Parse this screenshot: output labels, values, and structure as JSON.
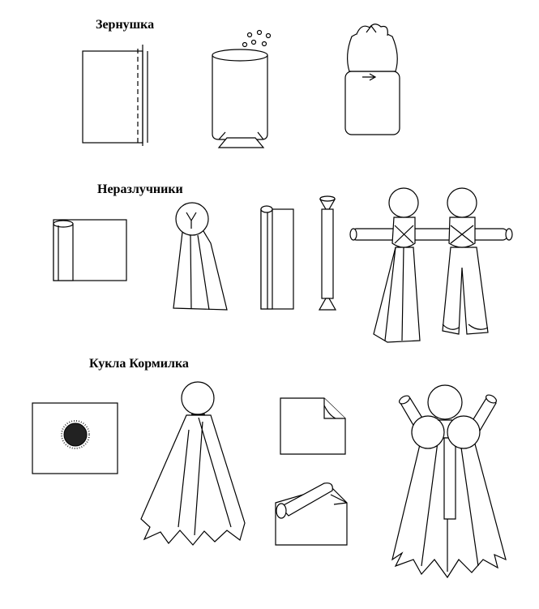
{
  "sections": [
    {
      "title": "Зернушка"
    },
    {
      "title": "Неразлучники"
    },
    {
      "title": "Кукла Кормилка"
    }
  ]
}
